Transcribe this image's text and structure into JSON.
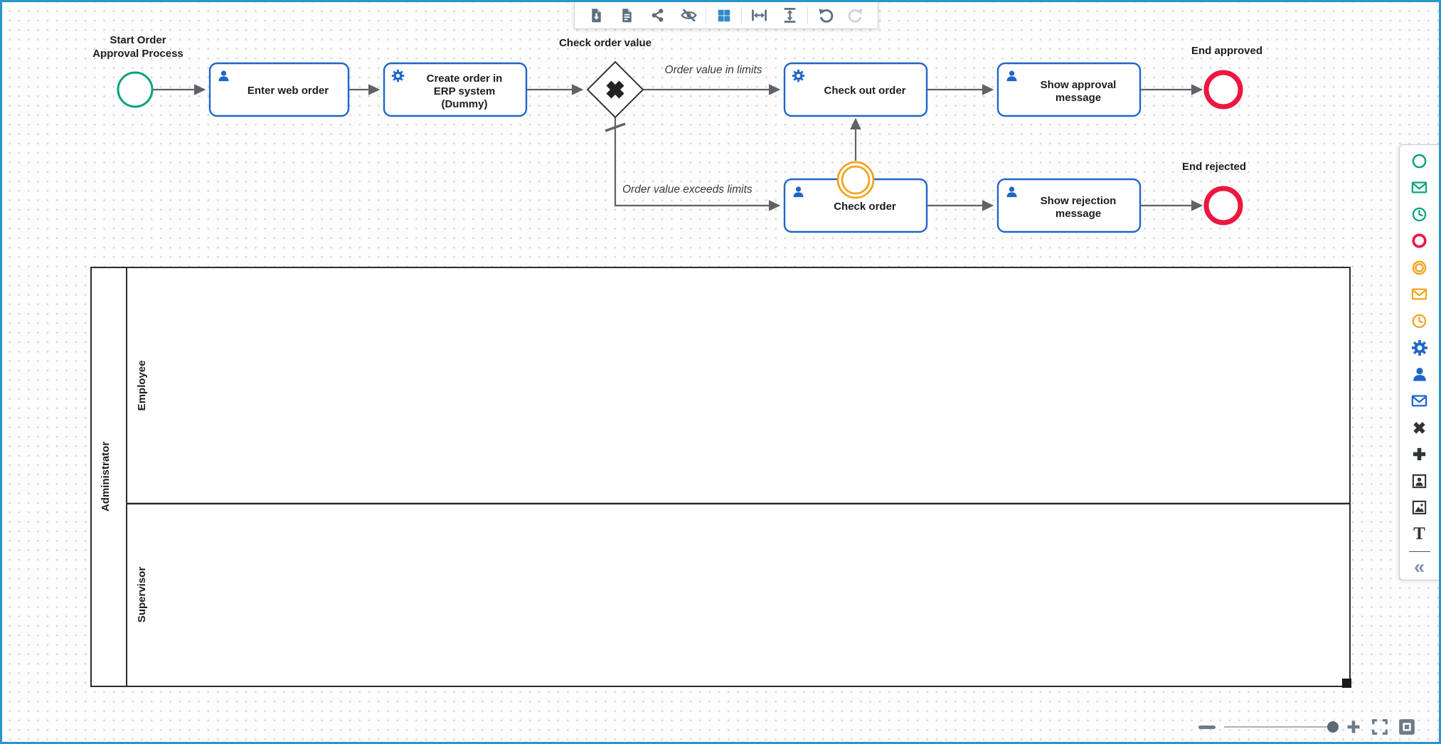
{
  "toolbar": {
    "buttons": [
      {
        "name": "export-image",
        "icon": "file-download-icon"
      },
      {
        "name": "export-document",
        "icon": "file-text-icon"
      },
      {
        "name": "share",
        "icon": "share-icon"
      },
      {
        "name": "hide-overlays",
        "icon": "eye-off-icon"
      },
      {
        "name": "toggle-grid",
        "icon": "grid-icon",
        "active": true
      },
      {
        "name": "fit-width",
        "icon": "arrow-width-icon"
      },
      {
        "name": "fit-height",
        "icon": "arrow-height-icon"
      },
      {
        "name": "undo",
        "icon": "undo-icon"
      },
      {
        "name": "redo",
        "icon": "redo-icon",
        "disabled": true
      }
    ]
  },
  "diagram": {
    "start_event": {
      "label": "Start Order Approval Process",
      "label_lines": [
        "Start Order",
        "Approval Process"
      ]
    },
    "gateway": {
      "type": "exclusive",
      "label": "Check order value"
    },
    "tasks": [
      {
        "type": "user",
        "label": "Enter web order",
        "lines": [
          "Enter web order"
        ]
      },
      {
        "type": "service",
        "label": "Create order in ERP system (Dummy)",
        "lines": [
          "Create order in",
          "ERP system",
          "(Dummy)"
        ]
      },
      {
        "type": "service",
        "label": "Check out order",
        "lines": [
          "Check out order"
        ]
      },
      {
        "type": "user",
        "label": "Show approval message",
        "lines": [
          "Show approval",
          "message"
        ]
      },
      {
        "type": "user",
        "label": "Check order",
        "lines": [
          "Check order"
        ]
      },
      {
        "type": "user",
        "label": "Show rejection message",
        "lines": [
          "Show rejection",
          "message"
        ]
      }
    ],
    "flows": {
      "in_limits": "Order value in limits",
      "exceeds_limits": "Order value exceeds limits"
    },
    "end_events": {
      "approved": "End approved",
      "rejected": "End rejected"
    },
    "boundary_event": {
      "type": "intermediate-boundary-event"
    }
  },
  "pool": {
    "label": "Administrator",
    "lanes": [
      {
        "label": "Employee"
      },
      {
        "label": "Supervisor"
      }
    ]
  },
  "palette": {
    "items": [
      {
        "icon": "start-event-icon"
      },
      {
        "icon": "message-start-event-icon"
      },
      {
        "icon": "timer-start-event-icon"
      },
      {
        "icon": "end-event-icon"
      },
      {
        "icon": "intermediate-event-icon"
      },
      {
        "icon": "message-intermediate-event-icon"
      },
      {
        "icon": "timer-intermediate-event-icon"
      },
      {
        "icon": "service-task-icon"
      },
      {
        "icon": "user-task-icon"
      },
      {
        "icon": "send-task-icon"
      },
      {
        "icon": "exclusive-gateway-icon"
      },
      {
        "icon": "parallel-gateway-icon"
      },
      {
        "icon": "participant-icon"
      },
      {
        "icon": "image-icon"
      },
      {
        "icon": "text-annotation-icon"
      },
      {
        "icon": "collapse-palette-icon"
      }
    ],
    "text_annotation_glyph": "T",
    "collapse_glyph": "«"
  },
  "zoombar": {
    "controls": [
      {
        "icon": "zoom-out-icon"
      },
      {
        "icon": "zoom-slider"
      },
      {
        "icon": "zoom-in-icon"
      },
      {
        "icon": "fullscreen-icon"
      },
      {
        "icon": "fit-viewport-icon"
      }
    ]
  },
  "colors": {
    "canvas_border": "#2a96cc",
    "task_stroke": "#1f66c9",
    "start_event": "#0aa37e",
    "end_event": "#ec1740",
    "boundary_event": "#f0a51f",
    "connector": "#5f6368",
    "toolbar_icon": "#5d6f7e",
    "toolbar_active": "#2e8bc9"
  }
}
